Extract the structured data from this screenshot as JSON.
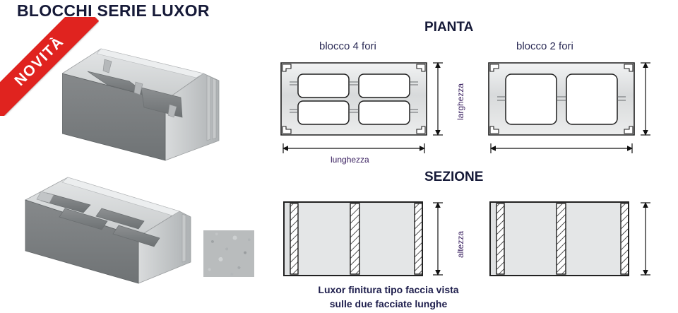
{
  "page": {
    "title": "BLOCCHI SERIE LUXOR",
    "badge": "NOVITÀ"
  },
  "sections": {
    "pianta": {
      "heading": "PIANTA",
      "drawings": [
        {
          "label": "blocco 4 fori",
          "holes": 4,
          "dim_width": "larghezza",
          "dim_length": "lunghezza"
        },
        {
          "label": "blocco 2 fori",
          "holes": 2,
          "dim_width": "",
          "dim_length": ""
        }
      ]
    },
    "sezione": {
      "heading": "SEZIONE",
      "drawings": [
        {
          "dim_height": "altezza"
        },
        {
          "dim_height": ""
        }
      ]
    }
  },
  "caption": {
    "line1": "Luxor finitura tipo faccia vista",
    "line2": "sulle due facciate lunghe"
  },
  "renders": {
    "block_2holes_name": "blocco 2 fori 3d",
    "block_4holes_name": "blocco 4 fori 3d",
    "texture_name": "finitura faccia vista"
  },
  "colors": {
    "title": "#161a38",
    "badge_bg": "#e0231f",
    "badge_text": "#ffffff",
    "label": "#2a2a55",
    "dimension": "#3a2060",
    "block_light": "#d5d7d8",
    "block_mid": "#b3b6b7",
    "block_dark": "#7c8082",
    "outline": "#1e1e1e"
  }
}
